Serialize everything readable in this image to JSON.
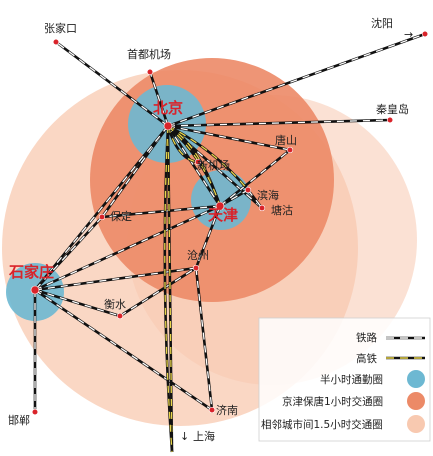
{
  "colors": {
    "ring_1_5h": "#f8c9b0",
    "ring_1h": "#ec8a67",
    "ring_half": "#6db8d2",
    "rail": "#111111",
    "hsr_accent": "#e9d64a",
    "city_dot": "#d9232a"
  },
  "cities": {
    "beijing": "北京",
    "tianjin": "天津",
    "shijiazhuang": "石家庄",
    "zhangjiakou": "张家口",
    "capital_airport": "首都机场",
    "shenyang": "沈阳",
    "qinhuangdao": "秦皇岛",
    "tangshan": "唐山",
    "new_airport": "新机场",
    "binhai": "滨海",
    "tanggu": "塘沽",
    "baoding": "保定",
    "cangzhou": "沧州",
    "hengshui": "衡水",
    "handan": "邯郸",
    "jinan": "济南",
    "shanghai": "上海"
  },
  "arrows": {
    "shenyang": "→",
    "shanghai": "↓"
  },
  "legend": {
    "railway": "铁路",
    "hsr": "高铁",
    "half_hour": "半小时通勤圈",
    "one_hour": "京津保唐1小时交通圈",
    "one_half_hour": "相邻城市间1.5小时交通圈"
  }
}
